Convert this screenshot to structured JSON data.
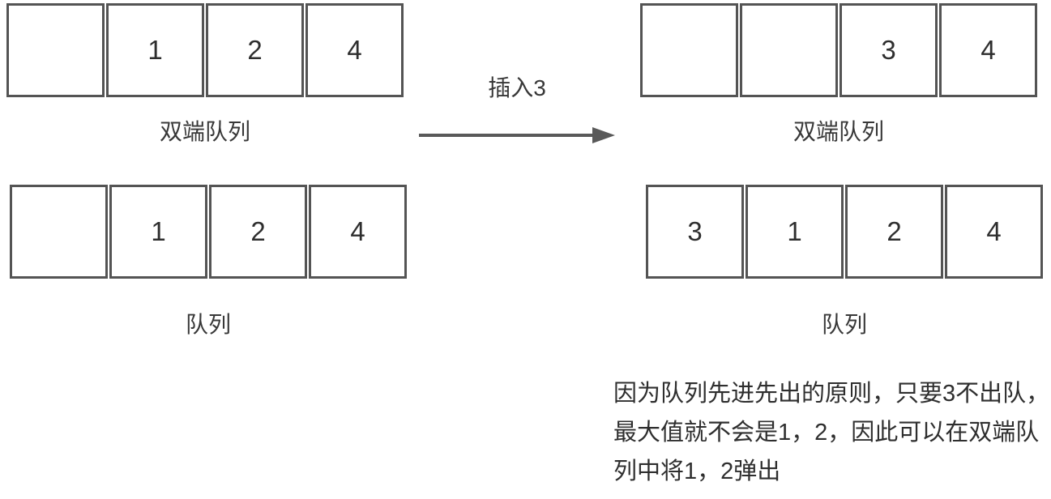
{
  "before": {
    "deque": {
      "label": "双端队列",
      "cells": [
        "",
        "1",
        "2",
        "4"
      ]
    },
    "queue": {
      "label": "队列",
      "cells": [
        "",
        "1",
        "2",
        "4"
      ]
    }
  },
  "transition": {
    "label": "插入3"
  },
  "after": {
    "deque": {
      "label": "双端队列",
      "cells": [
        "",
        "",
        "3",
        "4"
      ]
    },
    "queue": {
      "label": "队列",
      "cells": [
        "3",
        "1",
        "2",
        "4"
      ]
    }
  },
  "note": {
    "lines": [
      "因为队列先进先出的原则，只要3不出队，",
      "最大值就不会是1，2，因此可以在双端队",
      "列中将1，2弹出"
    ]
  },
  "colors": {
    "box_border": "#545454",
    "text": "#2e2e2e",
    "arrow": "#595959"
  }
}
